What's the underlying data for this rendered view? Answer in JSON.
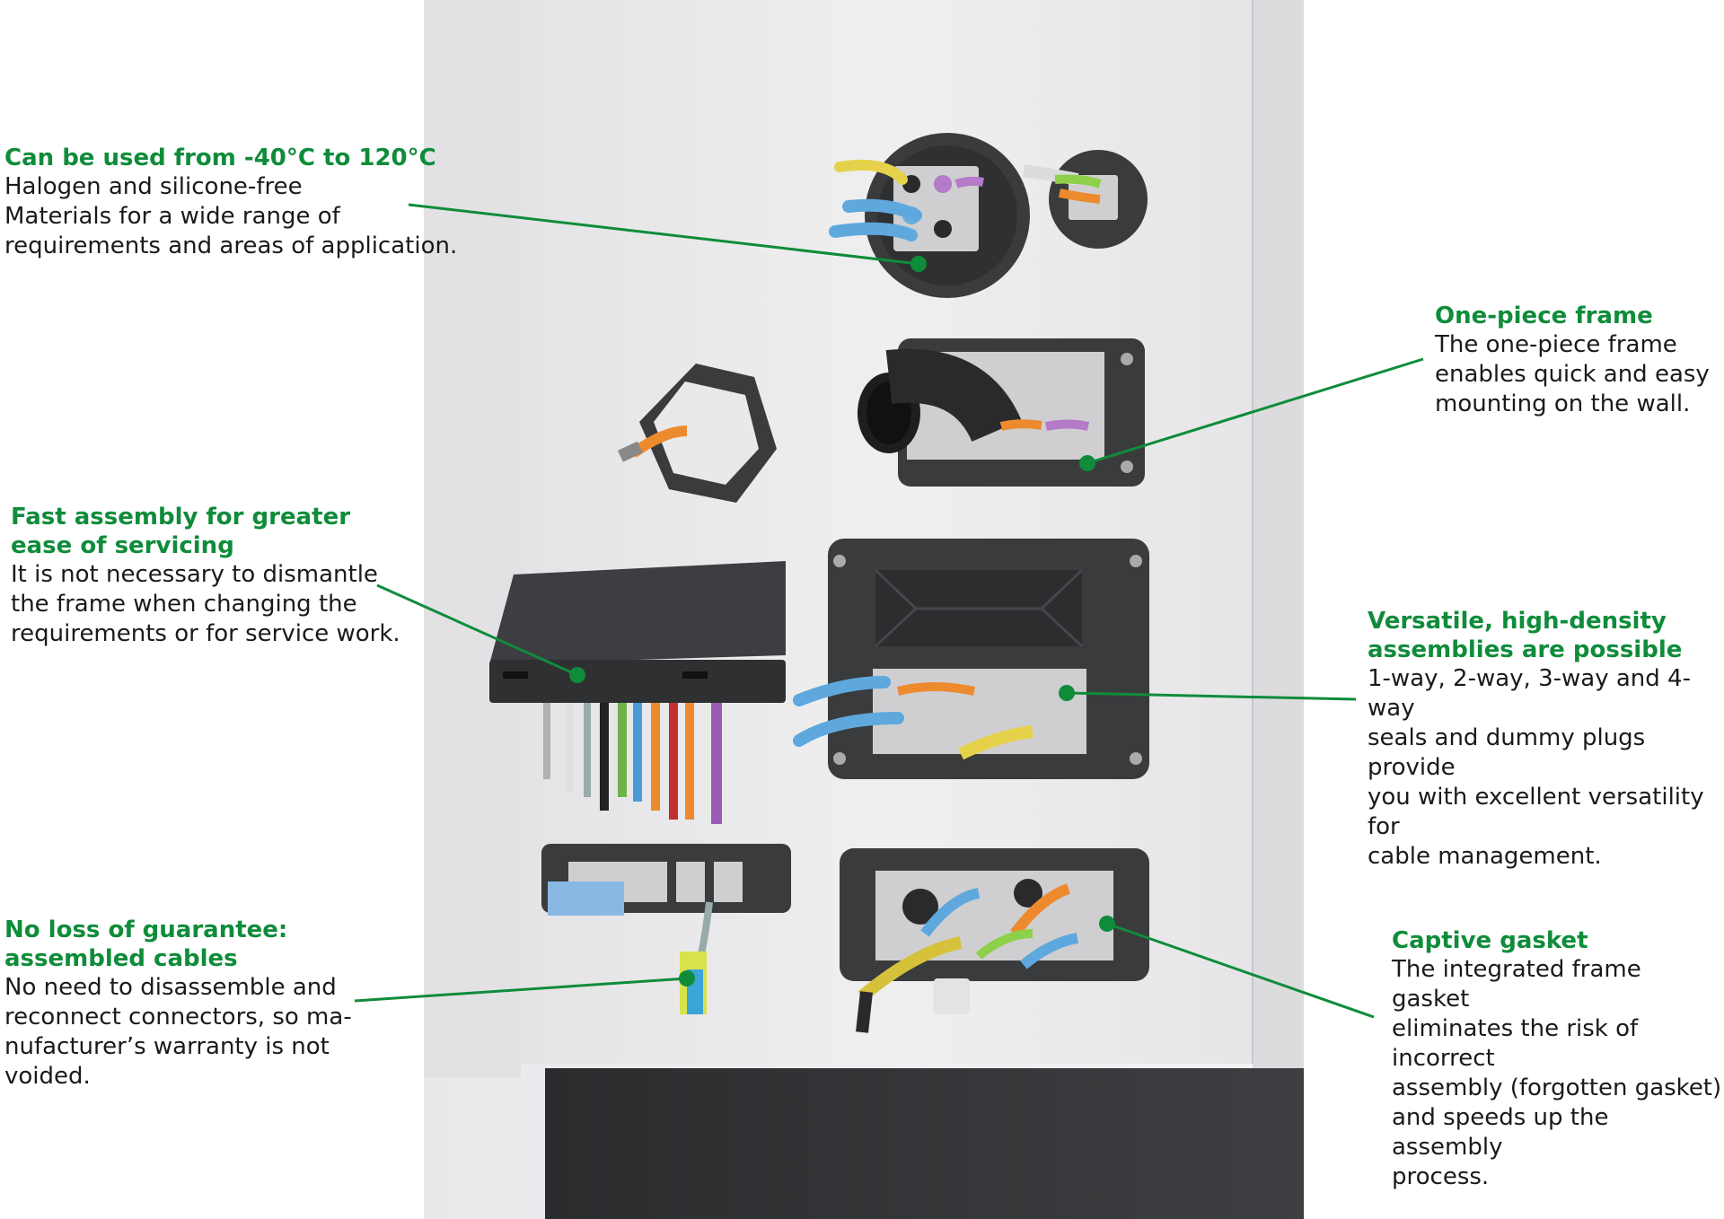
{
  "colors": {
    "accent_green": "#0f8c3a",
    "cabinet": "#ebebeb",
    "frame": "#3a3b3d",
    "insert": "#cfcfd1"
  },
  "callouts": {
    "temperature": {
      "title": "Can be used from -40°C to 120°C",
      "lines": [
        "Halogen and silicone-free",
        "Materials for a wide range of",
        "requirements and areas of application."
      ]
    },
    "fast_assembly": {
      "title_lines": [
        "Fast assembly for greater",
        "ease of servicing"
      ],
      "lines": [
        "It is not necessary to dismantle",
        "the frame when changing the",
        "requirements or for service work."
      ]
    },
    "guarantee": {
      "title_lines": [
        "No loss of guarantee:",
        "assembled cables"
      ],
      "lines": [
        "No need to disassemble and",
        "reconnect connectors, so ma-",
        "nufacturer’s warranty is not",
        "voided."
      ]
    },
    "one_piece": {
      "title": "One-piece frame",
      "lines": [
        "The one-piece frame",
        "enables quick and easy",
        "mounting on the wall."
      ]
    },
    "versatile": {
      "title_lines": [
        "Versatile, high-density",
        "assemblies are possible"
      ],
      "lines": [
        "1-way, 2-way, 3-way and 4-way",
        "seals and dummy plugs provide",
        "you with excellent versatility for",
        "cable management."
      ]
    },
    "captive": {
      "title": "Captive gasket",
      "lines": [
        "The integrated frame gasket",
        "eliminates the risk of incorrect",
        "assembly (forgotten gasket)",
        "and speeds up the assembly",
        "process."
      ]
    }
  }
}
